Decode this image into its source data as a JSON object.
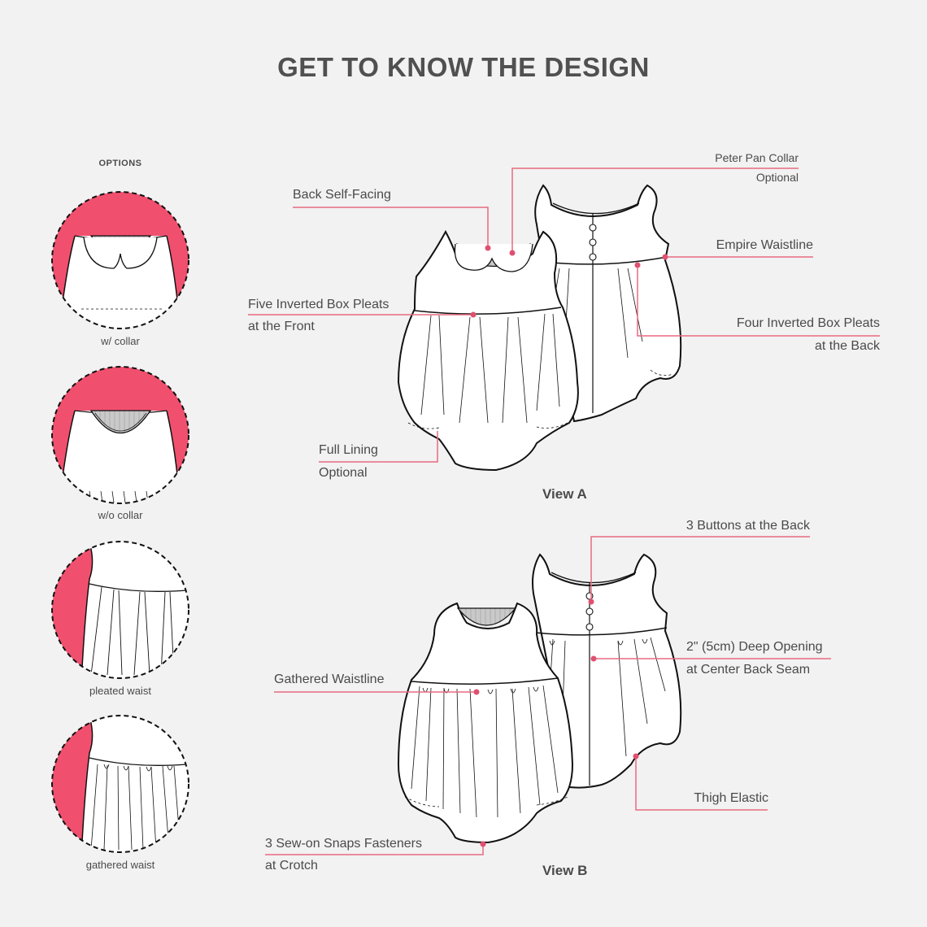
{
  "title": "GET TO KNOW THE DESIGN",
  "options": {
    "heading": "OPTIONS",
    "items": [
      {
        "label": "w/ collar"
      },
      {
        "label": "w/o collar"
      },
      {
        "label": "pleated waist"
      },
      {
        "label": "gathered waist"
      }
    ]
  },
  "view_a": {
    "label": "View A",
    "callouts": {
      "back_self_facing": "Back Self-Facing",
      "peter_pan_collar_1": "Peter Pan Collar",
      "peter_pan_collar_2": "Optional",
      "empire_waistline": "Empire Waistline",
      "five_pleats_1": "Five Inverted Box Pleats",
      "five_pleats_2": "at the Front",
      "four_pleats_1": "Four Inverted Box Pleats",
      "four_pleats_2": "at the Back",
      "full_lining_1": "Full Lining",
      "full_lining_2": "Optional"
    }
  },
  "view_b": {
    "label": "View B",
    "callouts": {
      "three_buttons": "3 Buttons at the Back",
      "deep_opening_1": "2\" (5cm) Deep Opening",
      "deep_opening_2": "at Center Back  Seam",
      "gathered_waistline": "Gathered Waistline",
      "thigh_elastic": "Thigh Elastic",
      "snaps_1": "3 Sew-on Snaps Fasteners",
      "snaps_2": "at Crotch"
    }
  },
  "colors": {
    "accent": "#f0506e",
    "leader": "#e86a80",
    "outline": "#111111",
    "text": "#4a4a4a",
    "facing": "#c8c8c8"
  }
}
